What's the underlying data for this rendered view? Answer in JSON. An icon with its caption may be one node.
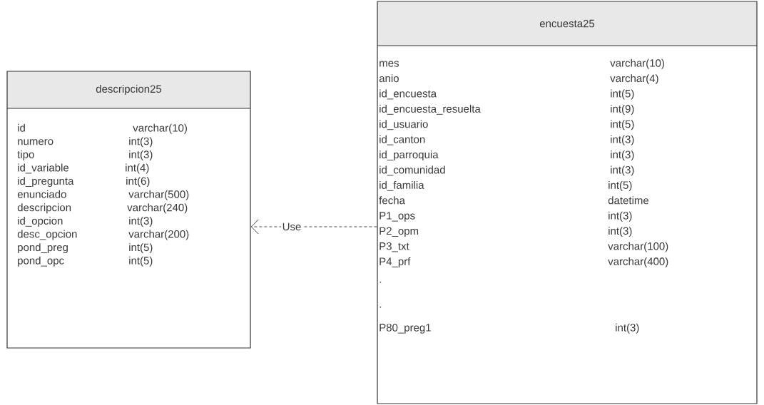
{
  "diagram": {
    "nodes": [
      {
        "text": [
          "descripcion25",
          "id",
          "varchar(10)",
          "numero",
          "int(3)",
          "tipo",
          "int(3)",
          "id_variable",
          "int(4)",
          "id_pregunta",
          "int(6)",
          "enunciado",
          "varchar(500)",
          "descripcion",
          "varchar(240)",
          "id_opcion",
          "int(3)",
          "desc_opcion",
          "varchar(200)",
          "pond_preg",
          "int(5)",
          "pond_opc",
          "int(5)"
        ]
      },
      {
        "text": [
          "encuesta25",
          "mes",
          "varchar(10)",
          "anio",
          "varchar(4)",
          "id_encuesta",
          "int(5)",
          "id_encuesta_resuelta",
          "int(9)",
          "id_usuario",
          "int(5)",
          "id_canton",
          "int(3)",
          "id_parroquia",
          "int(3)",
          "id_comunidad",
          "int(3)",
          "id_familia",
          "int(5)",
          "fecha",
          "datetime",
          "P1_ops",
          "int(3)",
          "P2_opm",
          "int(3)",
          "P3_txt",
          "varchar(100)",
          "P4_prf",
          "varchar(400)",
          ".",
          ".",
          "P80_preg1",
          "int(3)"
        ]
      }
    ],
    "edges": [
      {
        "from": 1,
        "to": 0,
        "arrow": "to",
        "style": "dashed",
        "label": "Use"
      }
    ]
  }
}
